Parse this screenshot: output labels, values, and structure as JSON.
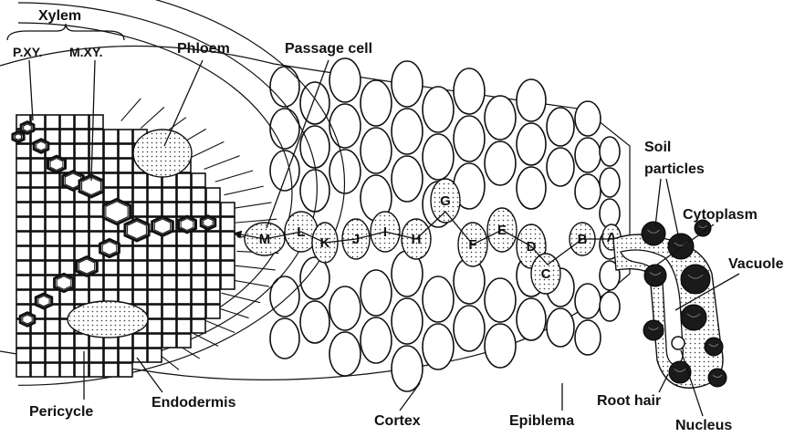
{
  "labels": {
    "xylem": "Xylem",
    "pxy": "P.XY.",
    "mxy": "M.XY.",
    "phloem": "Phloem",
    "passage_cell": "Passage cell",
    "soil_particles_line1": "Soil",
    "soil_particles_line2": "particles",
    "cytoplasm": "Cytoplasm",
    "vacuole": "Vacuole",
    "pericycle": "Pericycle",
    "endodermis": "Endodermis",
    "cortex": "Cortex",
    "epiblema": "Epiblema",
    "root_hair": "Root hair",
    "nucleus": "Nucleus"
  },
  "path_cells": [
    "M",
    "L",
    "K",
    "J",
    "I",
    "H",
    "G",
    "F",
    "E",
    "D",
    "C",
    "B",
    "A"
  ]
}
